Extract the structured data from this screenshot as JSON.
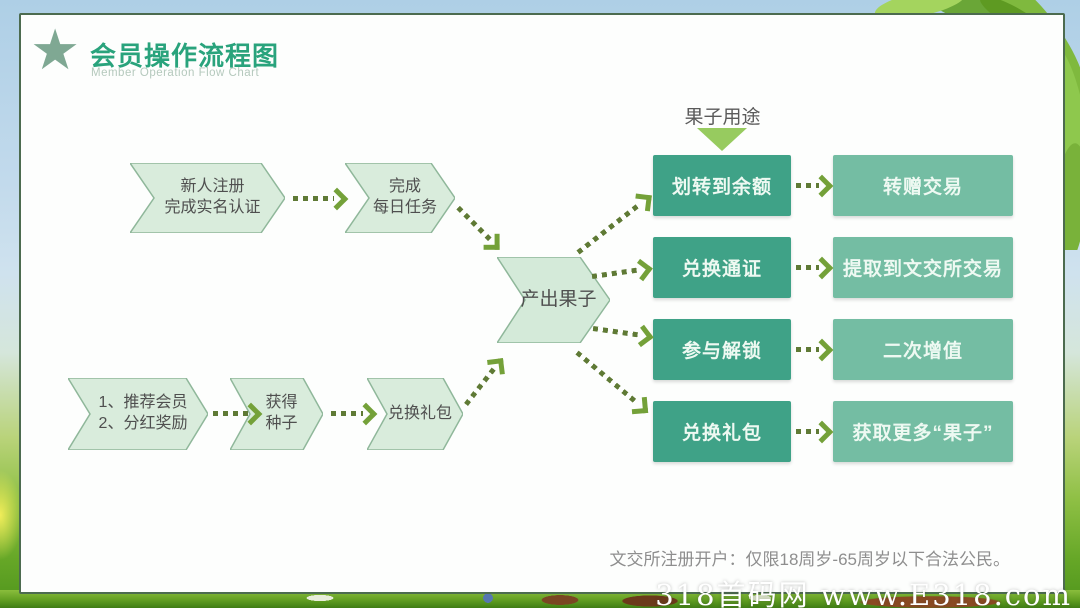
{
  "header": {
    "title": "会员操作流程图",
    "subtitle": "Member Operation Flow Chart"
  },
  "flow": {
    "top_path": [
      {
        "lines": [
          "新人注册",
          "完成实名认证"
        ]
      },
      {
        "lines": [
          "完成",
          "每日任务"
        ]
      }
    ],
    "bottom_path": [
      {
        "lines": [
          "1、推荐会员",
          "2、分红奖励"
        ]
      },
      {
        "lines": [
          "获得",
          "种子"
        ]
      },
      {
        "lines": [
          "兑换礼包"
        ]
      }
    ],
    "center_label": "产出果子",
    "uses_title": "果子用途",
    "rows": [
      {
        "use": "划转到余额",
        "outcome": "转赠交易"
      },
      {
        "use": "兑换通证",
        "outcome": "提取到文交所交易"
      },
      {
        "use": "参与解锁",
        "outcome": "二次增值"
      },
      {
        "use": "兑换礼包",
        "outcome": "获取更多“果子”"
      }
    ]
  },
  "footer": {
    "disclaimer": "文交所注册开户：仅限18周岁-65周岁以下合法公民。",
    "watermark": "318首码网 www.E318.com"
  },
  "colors": {
    "title_green": "#29a37c",
    "box_primary": "#3fa287",
    "box_secondary": "#74bda3",
    "shape_fill": "#d9ecdc",
    "shape_border": "#8fb79a",
    "arrow_olive": "#5f7a35"
  }
}
